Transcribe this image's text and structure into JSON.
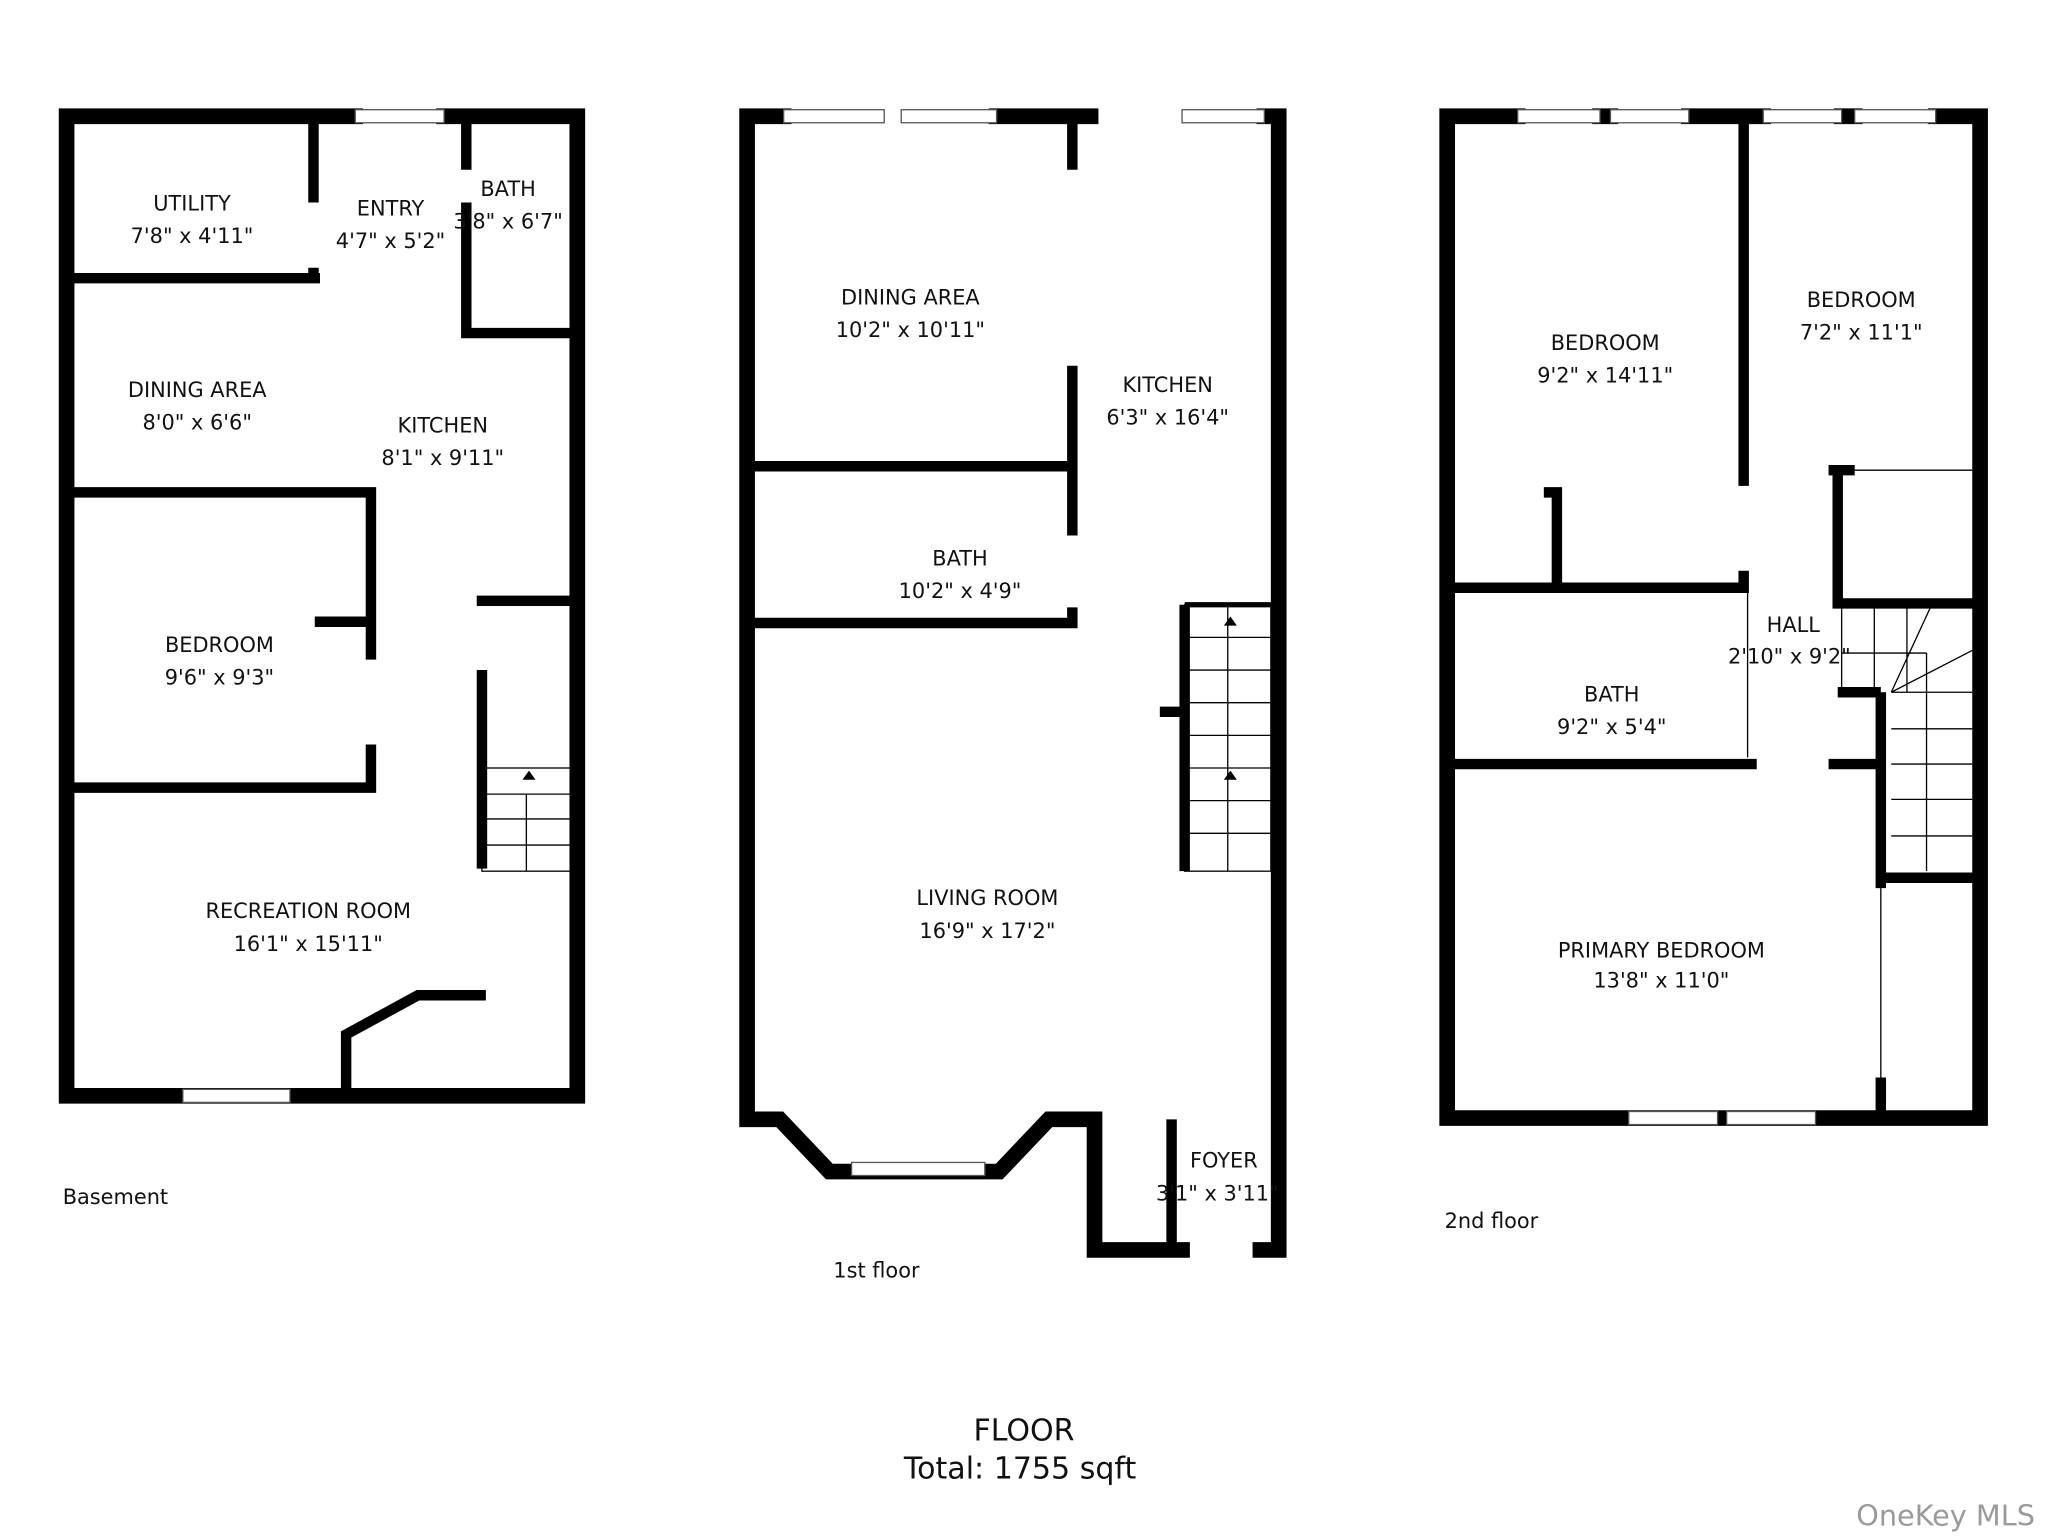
{
  "basement": {
    "label": "Basement",
    "rooms": [
      {
        "name": "UTILITY",
        "size": "7'8\" x 4'11\""
      },
      {
        "name": "ENTRY",
        "size": "4'7\" x 5'2\""
      },
      {
        "name": "BATH",
        "size": "3'8\" x 6'7\""
      },
      {
        "name": "DINING AREA",
        "size": "8'0\" x 6'6\""
      },
      {
        "name": "KITCHEN",
        "size": "8'1\" x 9'11\""
      },
      {
        "name": "BEDROOM",
        "size": "9'6\" x 9'3\""
      },
      {
        "name": "RECREATION ROOM",
        "size": "16'1\" x 15'11\""
      }
    ]
  },
  "first_floor": {
    "label": "1st floor",
    "rooms": [
      {
        "name": "DINING AREA",
        "size": "10'2\" x 10'11\""
      },
      {
        "name": "KITCHEN",
        "size": "6'3\" x 16'4\""
      },
      {
        "name": "BATH",
        "size": "10'2\" x 4'9\""
      },
      {
        "name": "LIVING ROOM",
        "size": "16'9\" x 17'2\""
      },
      {
        "name": "FOYER",
        "size": "3'1\" x 3'11\""
      }
    ]
  },
  "second_floor": {
    "label": "2nd floor",
    "rooms": [
      {
        "name": "BEDROOM",
        "size": "9'2\" x 14'11\""
      },
      {
        "name": "BEDROOM",
        "size": "7'2\" x 11'1\""
      },
      {
        "name": "BATH",
        "size": "9'2\" x 5'4\""
      },
      {
        "name": "HALL",
        "size": "2'10\" x 9'2\""
      },
      {
        "name": "PRIMARY BEDROOM",
        "size": "13'8\" x 11'0\""
      }
    ]
  },
  "summary": {
    "title": "FLOOR",
    "total": "Total:  1755 sqft"
  },
  "watermark": "OneKey MLS"
}
